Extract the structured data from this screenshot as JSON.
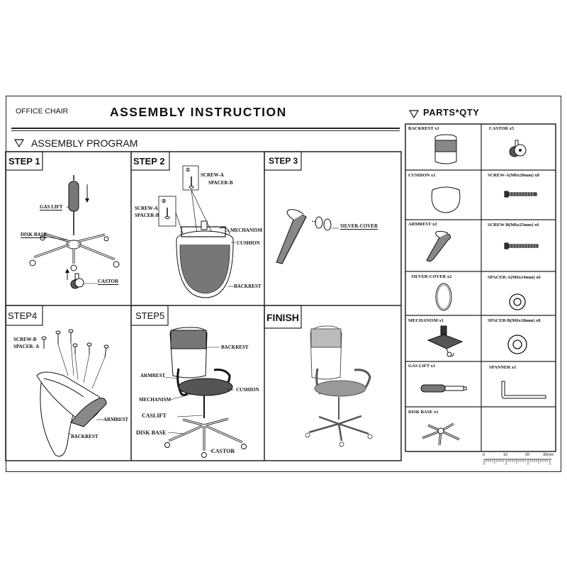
{
  "header": {
    "product": "OFFICE CHAIR",
    "title": "ASSEMBLY INSTRUCTION",
    "parts_title": "PARTS*QTY",
    "program_title": "ASSEMBLY PROGRAM"
  },
  "steps": [
    {
      "label": "STEP 1",
      "parts": [
        "GAS LIFT",
        "DISK BASE",
        "CASTOR"
      ]
    },
    {
      "label": "STEP 2",
      "parts": [
        "SCREW-A",
        "SPACER-B",
        "SCREW-A",
        "SPACER-B",
        "MECHANISM",
        "CUSHION",
        "BACKREST"
      ],
      "markers": [
        "①",
        "②"
      ]
    },
    {
      "label": "STEP 3",
      "parts": [
        "SILVER-COVER"
      ]
    },
    {
      "label": "STEP4",
      "parts": [
        "SCREW-B",
        "SPACER- A",
        "ARMREST",
        "BACKREST"
      ]
    },
    {
      "label": "STEP5",
      "parts": [
        "BACKREST",
        "ARMREST",
        "CUSHION",
        "MECHANISM",
        "CASLIFT",
        "DISK BASE",
        "CASTOR"
      ]
    },
    {
      "label": "FINISH",
      "parts": []
    }
  ],
  "parts": [
    {
      "name": "BACKREST x1",
      "icon": "backrest-icon"
    },
    {
      "name": "CASTOR x5",
      "icon": "castor-icon"
    },
    {
      "name": "CUSHION x1",
      "icon": "cushion-icon"
    },
    {
      "name": "SCREW-A(M6x20mm) x8",
      "icon": "screw-a-icon"
    },
    {
      "name": "ARMREST x2",
      "icon": "armrest-icon"
    },
    {
      "name": "SCREW-B(M6x25mm) x6",
      "icon": "screw-b-icon"
    },
    {
      "name": "SILVER-COVER x2",
      "icon": "silver-cover-icon"
    },
    {
      "name": "SPACER-A(M6x14mm) x6",
      "icon": "spacer-a-icon"
    },
    {
      "name": "MECHANISM x1",
      "icon": "mechanism-icon"
    },
    {
      "name": "SPACER-B(M6x18mm) x8",
      "icon": "spacer-b-icon"
    },
    {
      "name": "GAS LIFT x1",
      "icon": "gas-lift-icon"
    },
    {
      "name": "SPANNER x1",
      "icon": "spanner-icon"
    },
    {
      "name": "DISK BASE x1",
      "icon": "disk-base-icon"
    }
  ],
  "ruler": {
    "ticks": [
      "0",
      "10",
      "20",
      "30mm"
    ]
  },
  "icons": {
    "section": "triangle-down-icon"
  },
  "colors": {
    "ink": "#111111",
    "paper": "#ffffff"
  }
}
